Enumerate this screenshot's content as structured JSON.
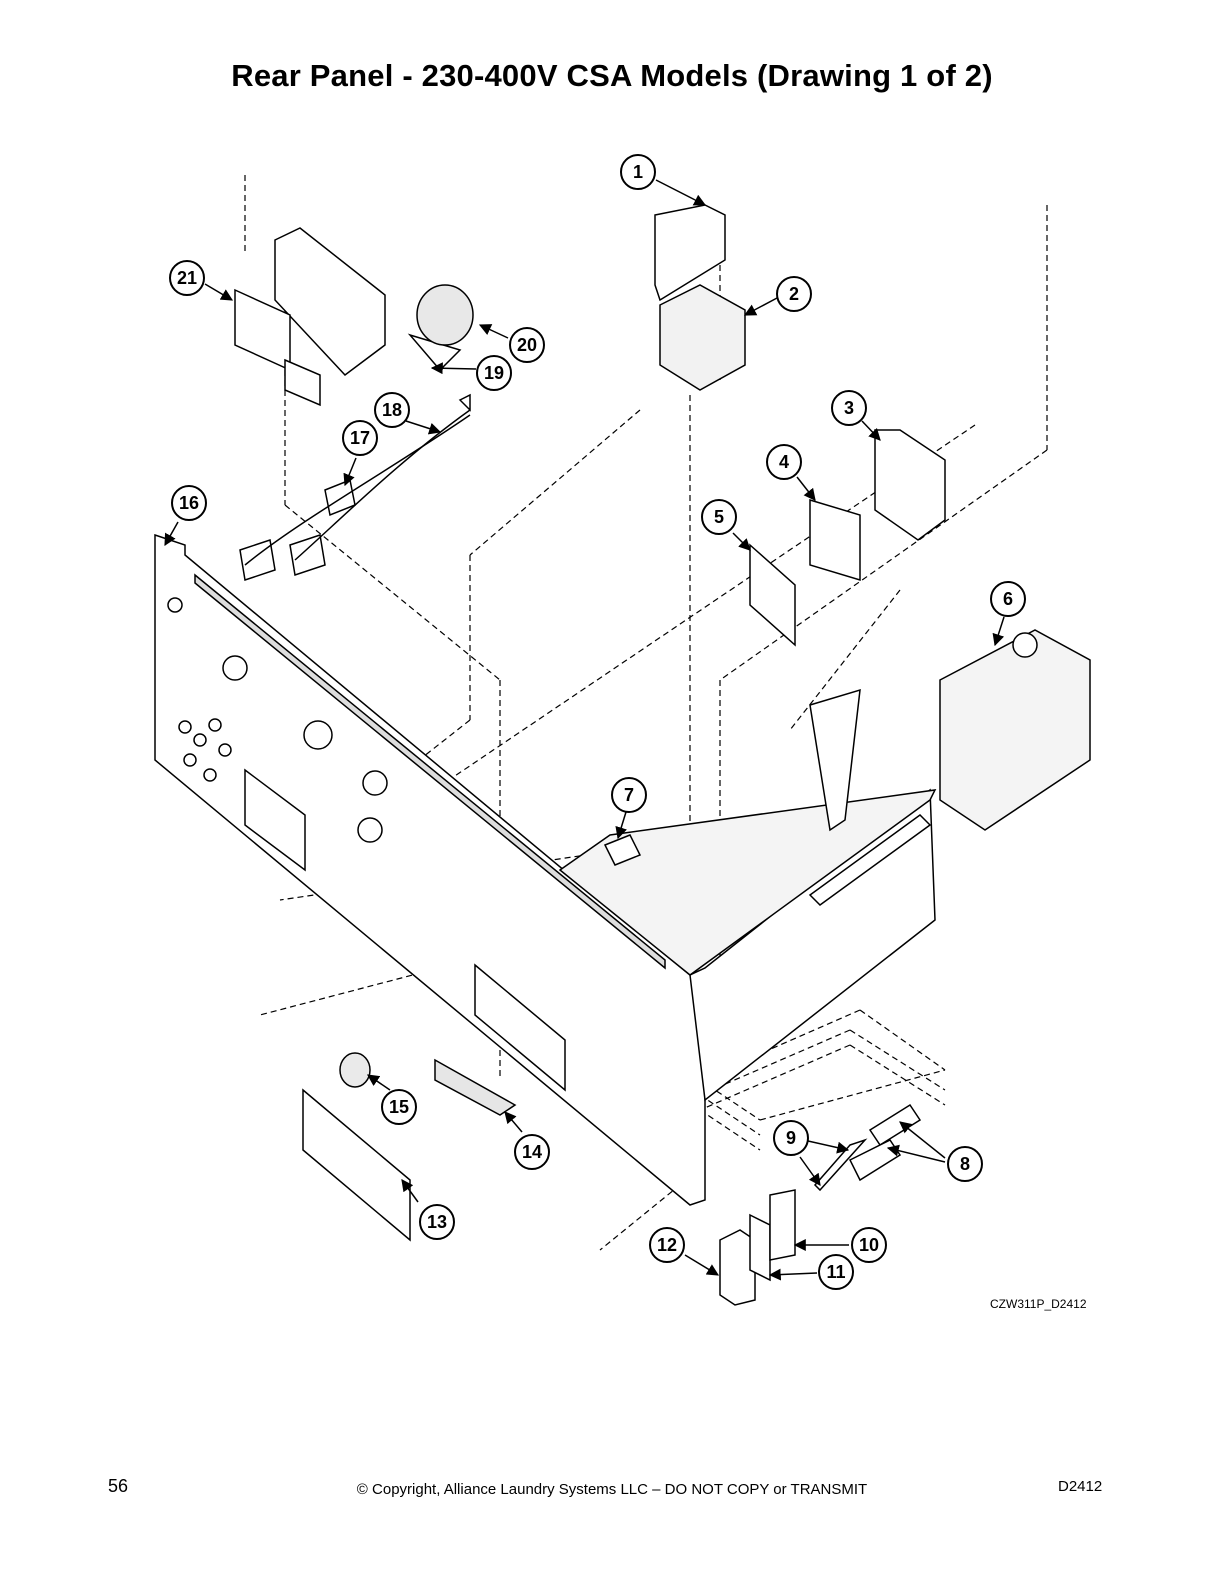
{
  "title": "Rear Panel - 230-400V CSA Models (Drawing 1 of 2)",
  "drawing_id": "CZW311P_D2412",
  "footer": {
    "page_number": "56",
    "copyright": "© Copyright, Alliance Laundry Systems LLC – DO NOT COPY or TRANSMIT",
    "doc_code": "D2412"
  },
  "callouts": [
    "1",
    "2",
    "3",
    "4",
    "5",
    "6",
    "7",
    "8",
    "9",
    "10",
    "11",
    "12",
    "13",
    "14",
    "15",
    "16",
    "17",
    "18",
    "19",
    "20",
    "21"
  ]
}
